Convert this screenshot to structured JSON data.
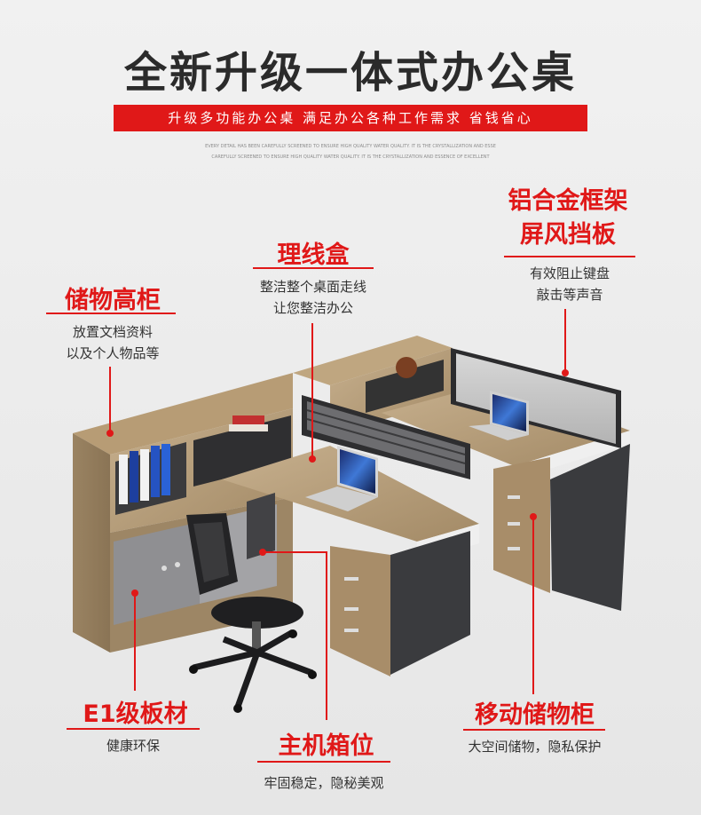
{
  "headline": "全新升级一体式办公桌",
  "banner": "升级多功能办公桌 满足办公各种工作需求 省钱省心",
  "fine_print": [
    "EVERY DETAIL HAS BEEN CAREFULLY SCREENED TO ENSURE HIGH QUALITY WATER QUALITY. IT IS THE CRYSTALLIZATION AND ESSE",
    "CAREFULLY SCREENED TO ENSURE HIGH QUALITY WATER QUALITY. IT IS THE CRYSTALLIZATION AND ESSENCE OF EXCELLENT"
  ],
  "callouts": {
    "cabinet": {
      "title": "储物高柜",
      "lines": [
        "放置文档资料",
        "以及个人物品等"
      ]
    },
    "cable_box": {
      "title": "理线盒",
      "lines": [
        "整洁整个桌面走线",
        "让您整洁办公"
      ]
    },
    "frame": {
      "title_lines": [
        "铝合金框架",
        "屏风挡板"
      ],
      "lines": [
        "有效阻止键盘",
        "敲击等声音"
      ]
    },
    "board": {
      "title": "E1级板材",
      "lines": [
        "健康环保"
      ]
    },
    "host": {
      "title": "主机箱位",
      "lines": [
        "牢固稳定，隐秘美观"
      ]
    },
    "mobile": {
      "title": "移动储物柜",
      "lines": [
        "大空间储物，隐私保护"
      ]
    }
  },
  "colors": {
    "accent": "#e01818",
    "wood": "#a9916f",
    "dark": "#3a3b3e"
  }
}
